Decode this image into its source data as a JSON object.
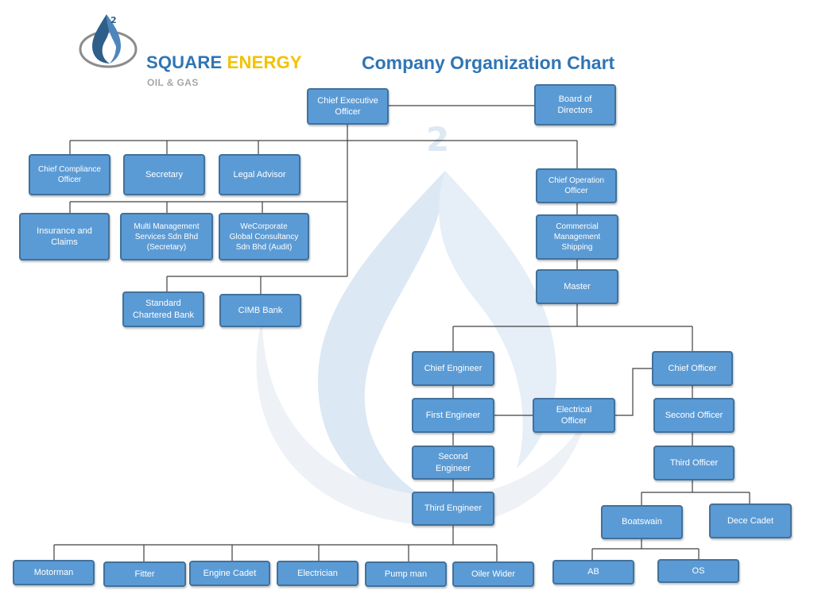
{
  "header": {
    "brand_name_part1": "SQUARE",
    "brand_name_part2": "ENERGY",
    "brand_subtitle": "OIL & GAS",
    "chart_title": "Company Organization Chart",
    "logo_icon": "water-drop-logo-icon"
  },
  "colors": {
    "node_fill": "#5b9bd5",
    "node_border": "#41719c",
    "title_blue": "#2f75b5",
    "brand_yellow": "#f2c200",
    "subtitle_gray": "#a6a6a6",
    "connector": "#404040"
  },
  "nodes": {
    "ceo": "Chief Executive\nOfficer",
    "board": "Board of\nDirectors",
    "compliance": "Chief Compliance\nOfficer",
    "secretary": "Secretary",
    "legal": "Legal Advisor",
    "insurance": "Insurance and\nClaims",
    "multi_mgmt": "Multi Management\nServices Sdn Bhd\n(Secretary)",
    "wecorporate": "WeCorporate\nGlobal Consultancy\nSdn Bhd (Audit)",
    "standard_chartered": "Standard\nChartered Bank",
    "cimb": "CIMB Bank",
    "coo": "Chief Operation\nOfficer",
    "commercial": "Commercial\nManagement\nShipping",
    "master": "Master",
    "chief_engineer": "Chief Engineer",
    "first_engineer": "First Engineer",
    "second_engineer": "Second\nEngineer",
    "third_engineer": "Third Engineer",
    "electrical_officer": "Electrical\nOfficer",
    "chief_officer": "Chief Officer",
    "second_officer": "Second Officer",
    "third_officer": "Third Officer",
    "boatswain": "Boatswain",
    "dece_cadet": "Dece Cadet",
    "ab": "AB",
    "os": "OS",
    "motorman": "Motorman",
    "fitter": "Fitter",
    "engine_cadet": "Engine Cadet",
    "electrician": "Electrician",
    "pump_man": "Pump man",
    "oiler_wider": "Oiler Wider"
  }
}
